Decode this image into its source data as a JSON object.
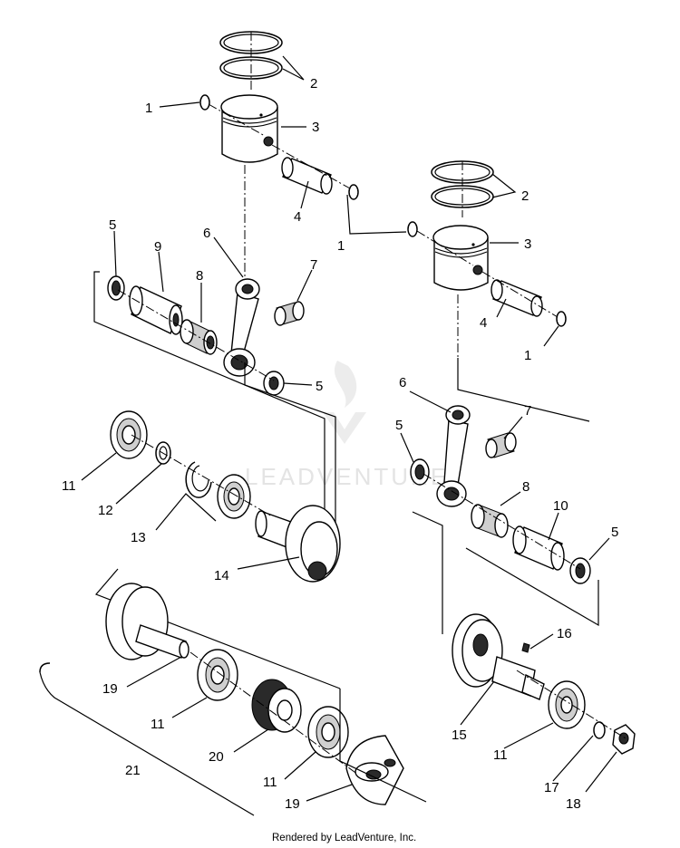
{
  "diagram": {
    "callouts": [
      {
        "id": "c1a",
        "text": "1"
      },
      {
        "id": "c2a",
        "text": "2"
      },
      {
        "id": "c3a",
        "text": "3"
      },
      {
        "id": "c4a",
        "text": "4"
      },
      {
        "id": "c1b",
        "text": "1"
      },
      {
        "id": "c2b",
        "text": "2"
      },
      {
        "id": "c3b",
        "text": "3"
      },
      {
        "id": "c4b",
        "text": "4"
      },
      {
        "id": "c1c",
        "text": "1"
      },
      {
        "id": "c5a",
        "text": "5"
      },
      {
        "id": "c9",
        "text": "9"
      },
      {
        "id": "c6a",
        "text": "6"
      },
      {
        "id": "c8a",
        "text": "8"
      },
      {
        "id": "c7a",
        "text": "7"
      },
      {
        "id": "c5b",
        "text": "5"
      },
      {
        "id": "c6b",
        "text": "6"
      },
      {
        "id": "c7b",
        "text": "7"
      },
      {
        "id": "c5c",
        "text": "5"
      },
      {
        "id": "c8b",
        "text": "8"
      },
      {
        "id": "c10",
        "text": "10"
      },
      {
        "id": "c5d",
        "text": "5"
      },
      {
        "id": "c11a",
        "text": "11"
      },
      {
        "id": "c12",
        "text": "12"
      },
      {
        "id": "c13",
        "text": "13"
      },
      {
        "id": "c14",
        "text": "14"
      },
      {
        "id": "c19a",
        "text": "19"
      },
      {
        "id": "c11b",
        "text": "11"
      },
      {
        "id": "c20",
        "text": "20"
      },
      {
        "id": "c11c",
        "text": "11"
      },
      {
        "id": "c19b",
        "text": "19"
      },
      {
        "id": "c21",
        "text": "21"
      },
      {
        "id": "c16",
        "text": "16"
      },
      {
        "id": "c15",
        "text": "15"
      },
      {
        "id": "c11d",
        "text": "11"
      },
      {
        "id": "c17",
        "text": "17"
      },
      {
        "id": "c18",
        "text": "18"
      }
    ],
    "watermark": "LEADVENTURE",
    "credit": "Rendered by LeadVenture, Inc."
  }
}
